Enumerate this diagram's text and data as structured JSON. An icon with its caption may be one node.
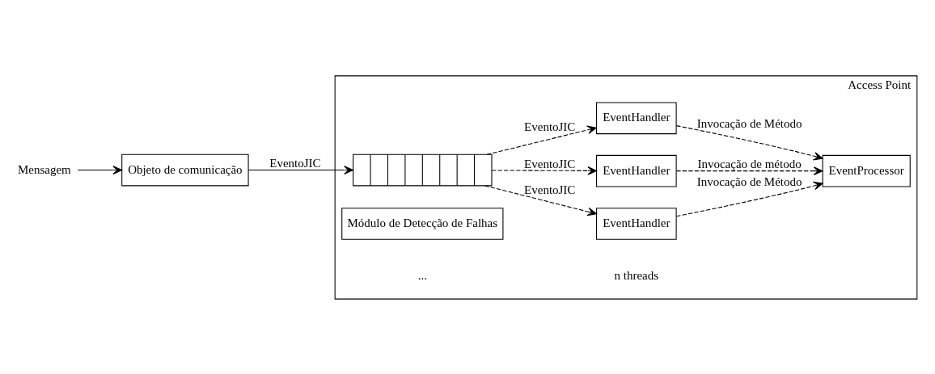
{
  "diagram": {
    "nodes": [
      {
        "text": [
          "Mensagem"
        ]
      },
      {
        "text": [
          "Access Point"
        ]
      },
      {
        "text": [
          "Objeto de comunicação"
        ]
      },
      {
        "text": [],
        "shape": "box",
        "in": 1
      },
      {
        "text": [
          "EventHandler"
        ],
        "in": 1,
        "beside": [
          "n threads"
        ]
      },
      {
        "text": [
          "EventHandler"
        ],
        "in": 1
      },
      {
        "text": [
          "EventHandler"
        ],
        "in": 1
      },
      {
        "text": [
          "EventProcessor"
        ],
        "in": 1
      },
      {
        "text": [
          "Módulo de Detecção de Falhas"
        ],
        "in": 1
      }
    ],
    "edges": [
      {
        "from": 0,
        "to": 2,
        "arrow": "to"
      },
      {
        "from": 2,
        "to": 3,
        "arrow": "to",
        "label": "EventoJIC"
      },
      {
        "from": 3,
        "to": 4,
        "arrow": "to",
        "label": "EventoJIC",
        "style": "dashed"
      },
      {
        "from": 3,
        "to": 5,
        "arrow": "to",
        "label": "EventoJIC",
        "style": "dashed"
      },
      {
        "from": 3,
        "to": 6,
        "arrow": "to",
        "label": "EventoJIC",
        "style": "dashed"
      },
      {
        "from": 4,
        "to": 7,
        "arrow": "to",
        "label": "Invocação de Método",
        "style": "dashed"
      },
      {
        "from": 5,
        "to": 7,
        "arrow": "to",
        "label": "Invocação de método",
        "style": "dashed"
      },
      {
        "from": 6,
        "to": 7,
        "arrow": "to",
        "label": "Invocação de Método",
        "style": "dashed"
      }
    ],
    "labels": [
      "..."
    ]
  }
}
